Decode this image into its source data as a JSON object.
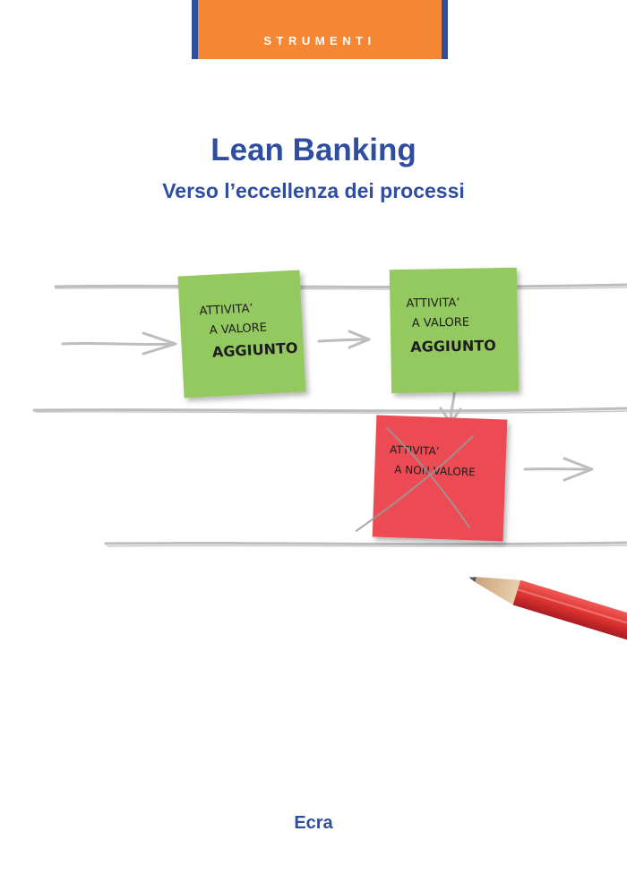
{
  "series": {
    "label": "STRUMENTI"
  },
  "book": {
    "title": "Lean Banking",
    "subtitle": "Verso l’eccellenza dei processi",
    "publisher": "Ecra"
  },
  "notes": [
    {
      "kind": "value-added",
      "lines": [
        "ATTIVITA’",
        "A VALORE",
        "AGGIUNTO"
      ]
    },
    {
      "kind": "value-added",
      "lines": [
        "ATTIVITA’",
        "A VALORE",
        "AGGIUNTO"
      ]
    },
    {
      "kind": "non-value",
      "lines": [
        "ATTIVITA’",
        "A NON VALORE"
      ]
    }
  ],
  "colors": {
    "brand_blue": "#2f4ea0",
    "series_orange": "#f58634",
    "note_green": "#93c95e",
    "note_red": "#ec4c52",
    "sketch_gray": "#bdbdbd"
  },
  "icons": {
    "pencil": "red-pencil-icon",
    "arrows": "sketch-arrow-icon"
  }
}
